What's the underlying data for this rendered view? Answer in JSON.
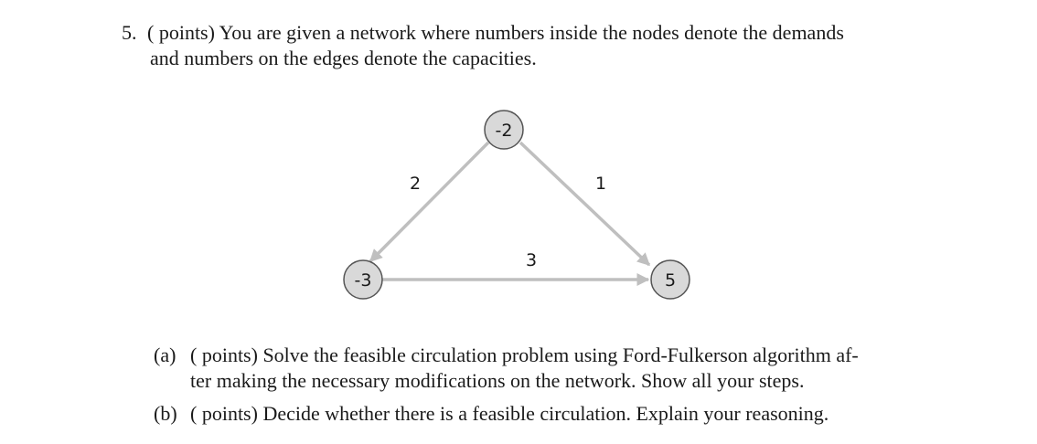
{
  "problem": {
    "number": "5.",
    "line1": "( points) You are given a network where numbers inside the nodes denote the demands",
    "line2": "and numbers on the edges denote the capacities."
  },
  "diagram": {
    "nodes": [
      {
        "id": "top",
        "label": "-2"
      },
      {
        "id": "left",
        "label": "-3"
      },
      {
        "id": "right",
        "label": "5"
      }
    ],
    "edges": [
      {
        "from": "top",
        "to": "left",
        "capacity": "2"
      },
      {
        "from": "top",
        "to": "right",
        "capacity": "1"
      },
      {
        "from": "left",
        "to": "right",
        "capacity": "3"
      }
    ],
    "colors": {
      "node_fill": "#d9d9d9",
      "node_stroke": "#555555",
      "edge": "#bfbfbf"
    }
  },
  "parts": [
    {
      "tag": "(a)",
      "line1": "( points) Solve the feasible circulation problem using Ford-Fulkerson algorithm af-",
      "line2": "ter making the necessary modifications on the network. Show all your steps."
    },
    {
      "tag": "(b)",
      "line1": "( points) Decide whether there is a feasible circulation. Explain your reasoning.",
      "line2": ""
    }
  ]
}
